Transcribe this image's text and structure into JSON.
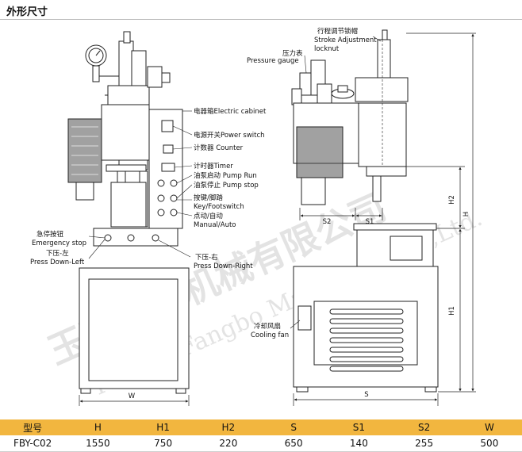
{
  "page_title": "外形尺寸",
  "callouts": {
    "electric_cabinet": "电器箱Electric cabinet",
    "power_switch": "电源开关Power switch",
    "counter": "计数器 Counter",
    "timer": "计时器Timer",
    "pump_run": "油泵启动 Pump Run",
    "pump_stop": "油泵停止 Pump stop",
    "key_footswitch_1": "按键/脚踏",
    "key_footswitch_2": "Key/Footswitch",
    "manual_auto_1": "点动/自动",
    "manual_auto_2": "Manual/Auto",
    "emergency_1": "急停按钮",
    "emergency_2": "Emergency stop",
    "press_left_1": "下压-左",
    "press_left_2": "Press Down-Left",
    "press_right_1": "下压-右",
    "press_right_2": "Press Down-Right",
    "pressure_gauge_1": "压力表",
    "pressure_gauge_2": "Pressure gauge",
    "stroke_1": "行程调节锁帽",
    "stroke_2": "Stroke Adjustment",
    "stroke_3": "locknut",
    "cooling_1": "冷却风扇",
    "cooling_2": "Cooling fan"
  },
  "dimension_labels": {
    "w": "W",
    "s": "S",
    "s1": "S1",
    "s2": "S2",
    "h": "H",
    "h1": "H1",
    "h2": "H2"
  },
  "watermark": {
    "cn": "玉环方博机械有限公司",
    "en": "Yuhuan Fangbo Machinery Co.,Ltd."
  },
  "spec_table": {
    "headers": [
      "型号",
      "H",
      "H1",
      "H2",
      "S",
      "S1",
      "S2",
      "W"
    ],
    "rows": [
      [
        "FBY-C02",
        "1550",
        "750",
        "220",
        "650",
        "140",
        "255",
        "500"
      ]
    ]
  },
  "colors": {
    "header_bg": "#f2b63f",
    "line": "#222222"
  }
}
